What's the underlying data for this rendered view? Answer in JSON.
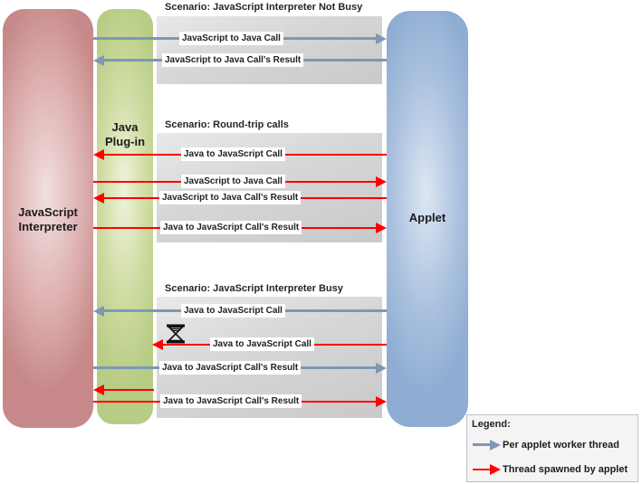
{
  "columns": {
    "interpreter": "JavaScript Interpreter",
    "plugin": "Java Plug-in",
    "applet": "Applet"
  },
  "scenarios": {
    "not_busy": {
      "title": "Scenario: JavaScript Interpreter Not Busy"
    },
    "round_trip": {
      "title": "Scenario: Round-trip calls"
    },
    "busy": {
      "title": "Scenario: JavaScript Interpreter Busy"
    }
  },
  "arrows": {
    "s1_js_to_java_call": {
      "label": "JavaScript to Java Call",
      "direction": "right",
      "thread": "worker"
    },
    "s1_js_to_java_result": {
      "label": "JavaScript to Java Call's Result",
      "direction": "left",
      "thread": "worker"
    },
    "s2_java_to_js_call": {
      "label": "Java to JavaScript Call",
      "direction": "left",
      "thread": "spawned"
    },
    "s2_js_to_java_call": {
      "label": "JavaScript to Java Call",
      "direction": "right",
      "thread": "spawned"
    },
    "s2_js_to_java_result": {
      "label": "JavaScript to Java Call's Result",
      "direction": "left",
      "thread": "spawned"
    },
    "s2_java_to_js_result": {
      "label": "Java to JavaScript Call's Result",
      "direction": "right",
      "thread": "spawned"
    },
    "s3_java_to_js_call_worker": {
      "label": "Java to JavaScript Call",
      "direction": "left",
      "thread": "worker"
    },
    "s3_java_to_js_call_blocked": {
      "label": "Java to JavaScript Call",
      "direction": "left",
      "thread": "spawned"
    },
    "s3_java_to_js_result_worker": {
      "label": "Java to JavaScript Call's Result",
      "direction": "right",
      "thread": "worker"
    },
    "s3_redelivered_call": {
      "direction": "left",
      "thread": "spawned"
    },
    "s3_java_to_js_result_spawned": {
      "label": "Java to JavaScript Call's Result",
      "direction": "right",
      "thread": "spawned"
    }
  },
  "icons": {
    "hourglass": "hourglass-wait"
  },
  "legend": {
    "title": "Legend:",
    "items": [
      {
        "label": "Per applet worker thread",
        "color": "#7f97b5"
      },
      {
        "label": "Thread spawned by applet",
        "color": "#ff0000"
      }
    ]
  },
  "colors": {
    "worker_thread_arrow": "#7f97b5",
    "spawned_thread_arrow": "#ff0000",
    "interpreter_column": "#d9a6a6",
    "plugin_column": "#cdda9f",
    "applet_column": "#abc2df",
    "scenario_panel": "#d6d6d6",
    "label_background": "#ffffff",
    "legend_background": "#f4f4f4"
  }
}
